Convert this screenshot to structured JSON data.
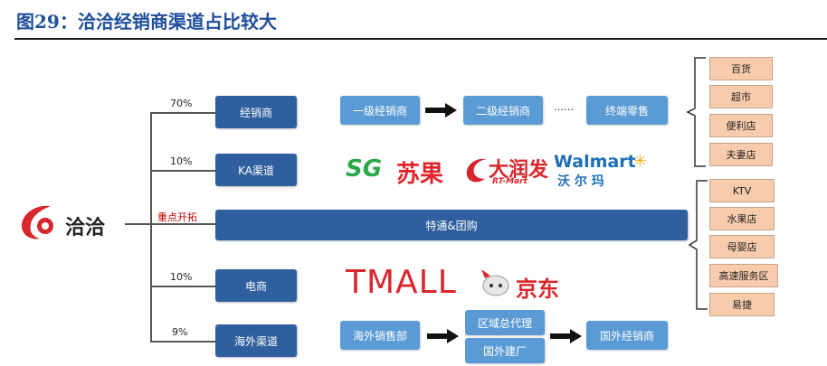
{
  "title": "图29：洽洽经销商渠道占比较大",
  "company_logo": "洽洽",
  "branches": [
    {
      "pct": "70%",
      "label": "经销商"
    },
    {
      "pct": "10%",
      "label": "KA渠道"
    },
    {
      "pct": "重点开拓",
      "label": "特通&团购"
    },
    {
      "pct": "10%",
      "label": "电商"
    },
    {
      "pct": "9%",
      "label": "海外渠道"
    }
  ],
  "distributor_chain": {
    "level1": "一级经销商",
    "level2": "二级经销商",
    "ellipsis": "……",
    "terminal": "终端零售"
  },
  "retail_outlets": [
    "百货",
    "超市",
    "便利店",
    "夫妻店"
  ],
  "special_outlets": [
    "KTV",
    "水果店",
    "母婴店",
    "高速服务区",
    "易捷"
  ],
  "ka_logos": {
    "suguo": {
      "mark": "SG",
      "name": "苏果"
    },
    "rtmart": {
      "name": "大润发",
      "sub": "RT-Mart"
    },
    "walmart": {
      "name": "Walmart",
      "cn": "沃 尔 玛",
      "spark": "✳"
    }
  },
  "ecommerce_logos": {
    "tmall": "TMALL",
    "jd": "京东"
  },
  "overseas_chain": {
    "dept": "海外销售部",
    "agent": "区域总代理",
    "factory": "国外建厂",
    "dealer": "国外经销商"
  },
  "colors": {
    "dark_box": "#2f5f9e",
    "light_box": "#5b9bd5",
    "orange_box": "#f8cbad",
    "title": "#1f4e9c",
    "accent_red": "#c00000"
  }
}
